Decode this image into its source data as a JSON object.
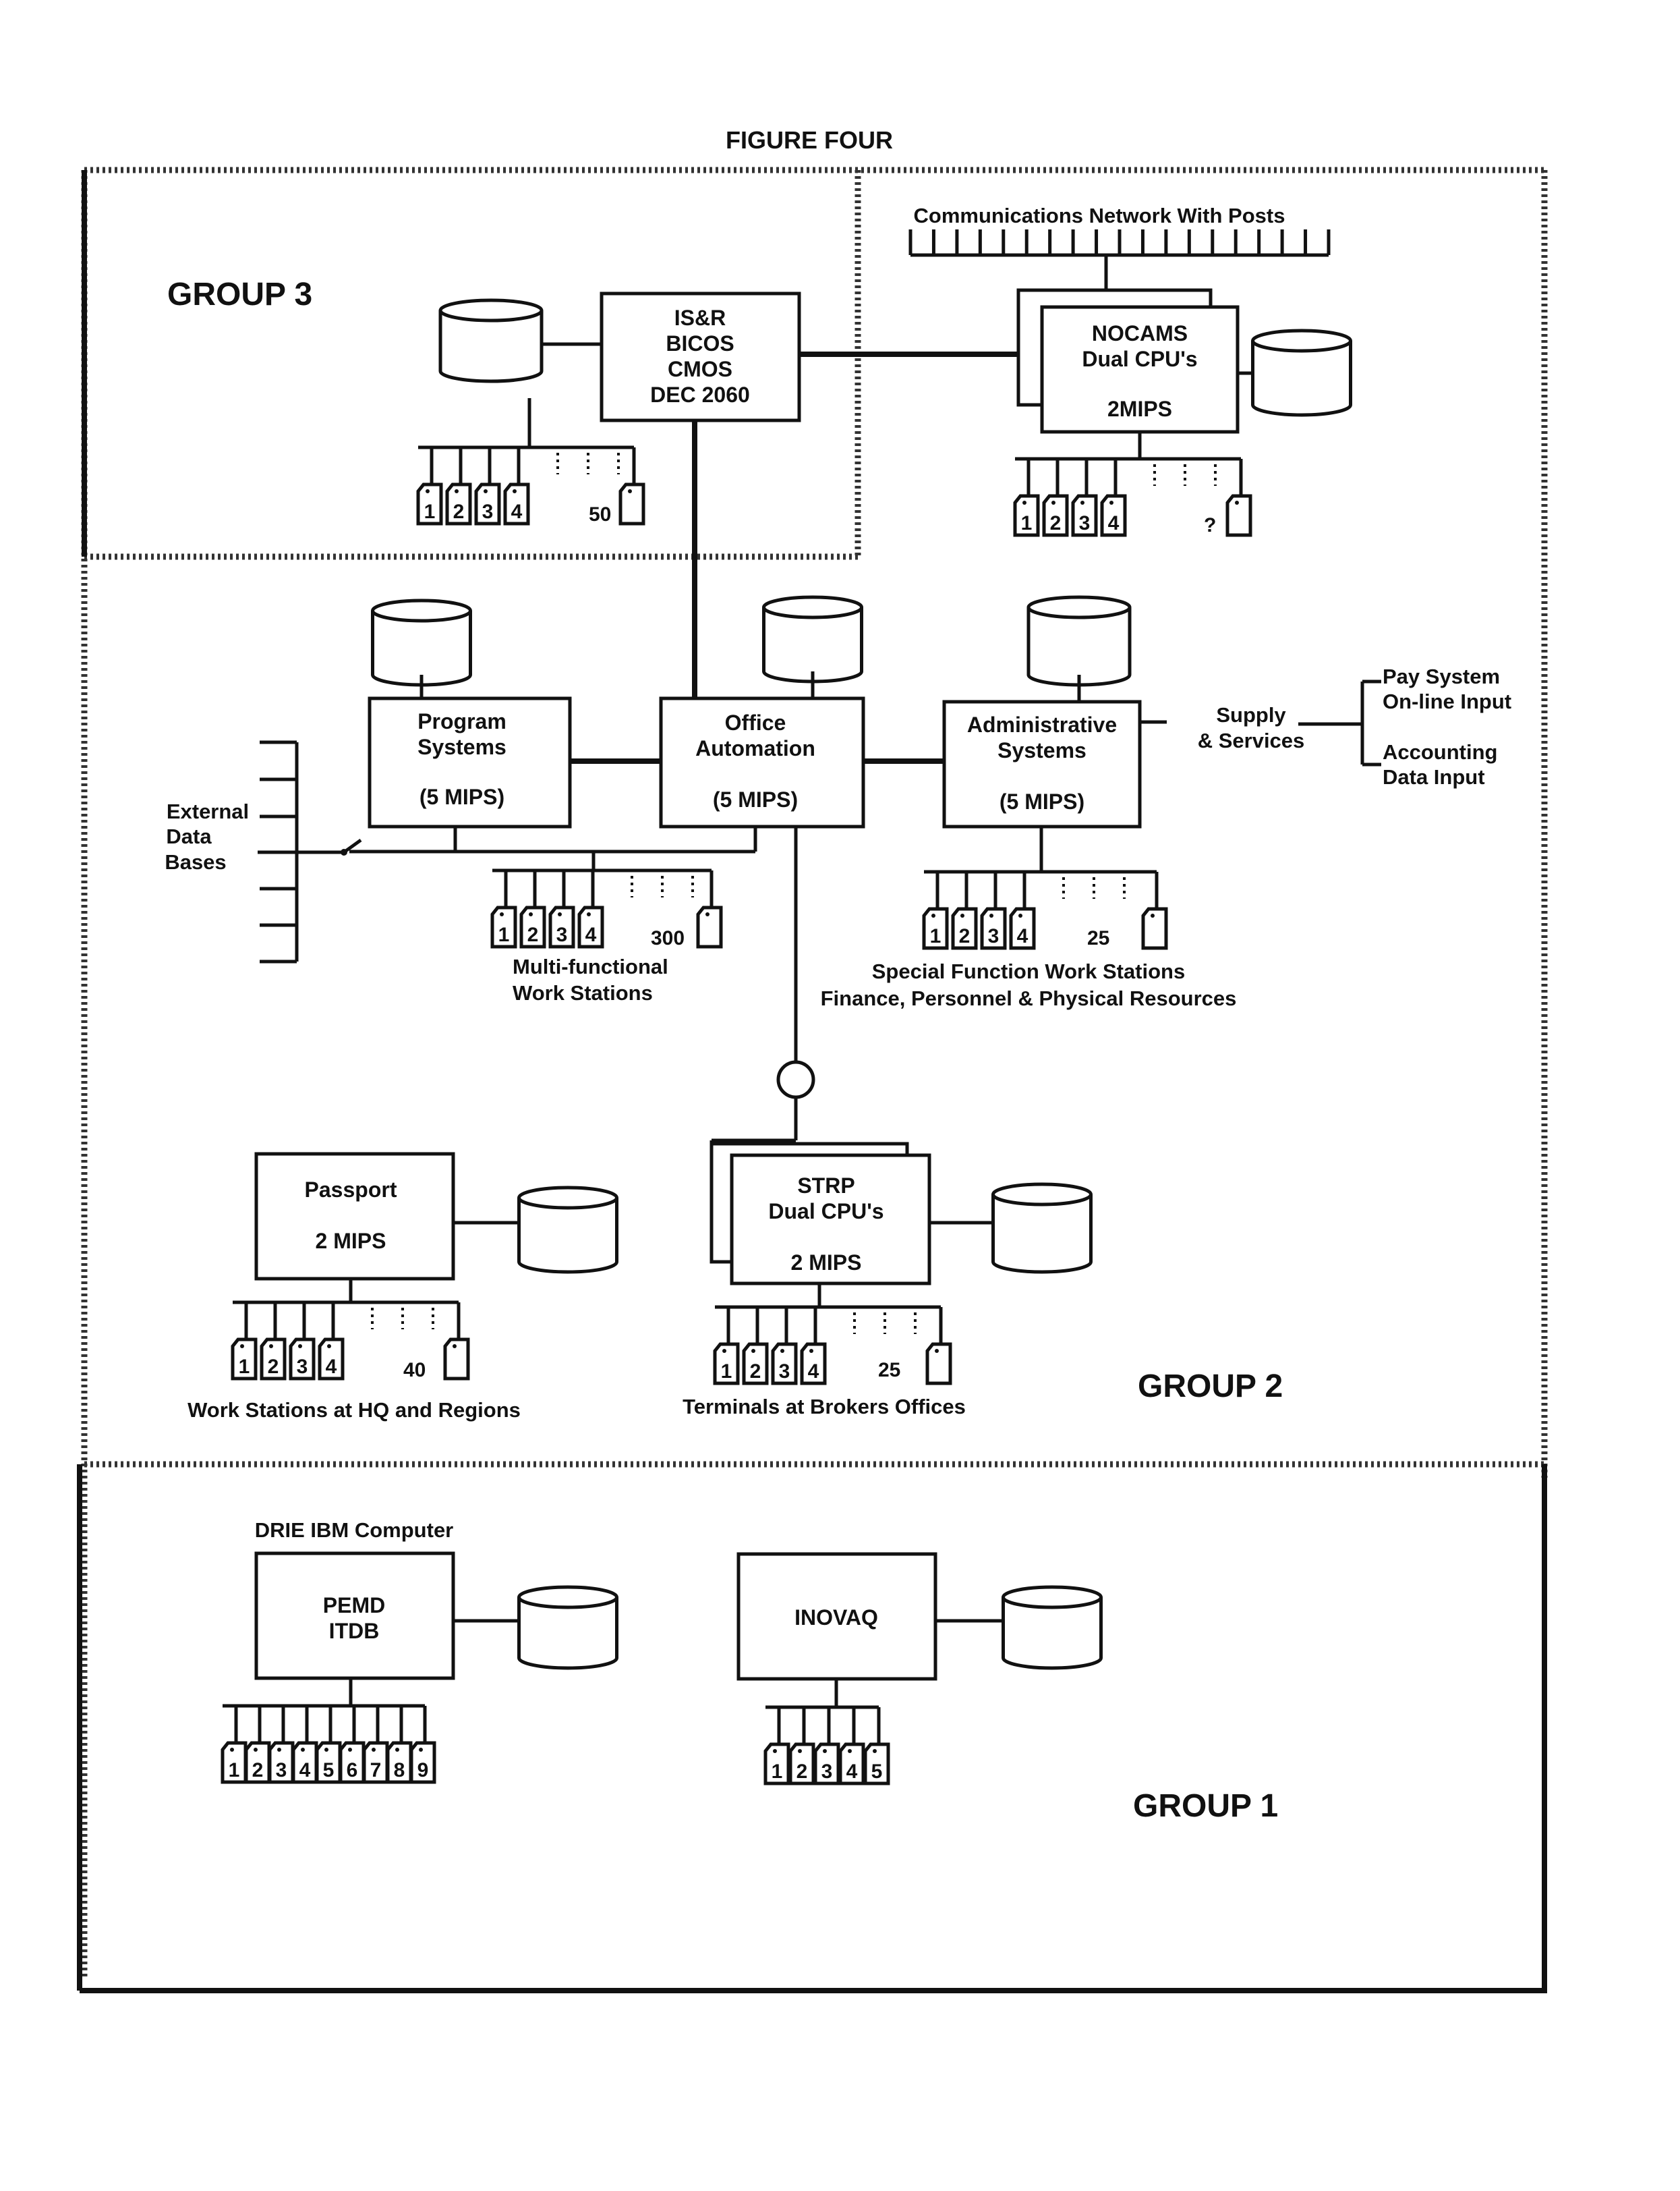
{
  "figure_title": "FIGURE FOUR",
  "groups": {
    "group3": "GROUP 3",
    "group2": "GROUP 2",
    "group1": "GROUP 1"
  },
  "network": {
    "label": "Communications Network With Posts"
  },
  "isr": {
    "lines": [
      "IS&R",
      "BICOS",
      "CMOS",
      "DEC 2060"
    ],
    "ws_count": "50"
  },
  "nocams": {
    "lines": [
      "NOCAMS",
      "Dual CPU's",
      "2MIPS"
    ],
    "ws_count": "?"
  },
  "program": {
    "lines": [
      "Program",
      "Systems",
      "(5 MIPS)"
    ]
  },
  "office": {
    "lines": [
      "Office",
      "Automation",
      "(5 MIPS)"
    ],
    "ws_count": "300",
    "ws_caption": [
      "Multi-functional",
      "Work Stations"
    ]
  },
  "admin": {
    "lines": [
      "Administrative",
      "Systems",
      "(5 MIPS)"
    ],
    "ws_count": "25",
    "ws_caption": [
      "Special Function Work Stations",
      "Finance, Personnel & Physical Resources"
    ]
  },
  "external": {
    "lines": [
      "External",
      "Data",
      "Bases"
    ]
  },
  "supply": {
    "lines": [
      "Supply",
      "& Services"
    ]
  },
  "pay": {
    "lines": [
      "Pay System",
      "On-line Input"
    ]
  },
  "accounting": {
    "lines": [
      "Accounting",
      "Data Input"
    ]
  },
  "passport": {
    "lines": [
      "Passport",
      "2 MIPS"
    ],
    "ws_count": "40",
    "ws_caption": "Work Stations at HQ and Regions"
  },
  "strp": {
    "lines": [
      "STRP",
      "Dual CPU's",
      "2 MIPS"
    ],
    "ws_count": "25",
    "ws_caption": "Terminals at Brokers Offices"
  },
  "drie": {
    "label": "DRIE IBM Computer"
  },
  "pemd": {
    "lines": [
      "PEMD",
      "ITDB"
    ]
  },
  "inovaq": {
    "lines": [
      "INOVAQ"
    ]
  },
  "terminal_numbers": [
    "1",
    "2",
    "3",
    "4",
    "5",
    "6",
    "7",
    "8",
    "9"
  ]
}
